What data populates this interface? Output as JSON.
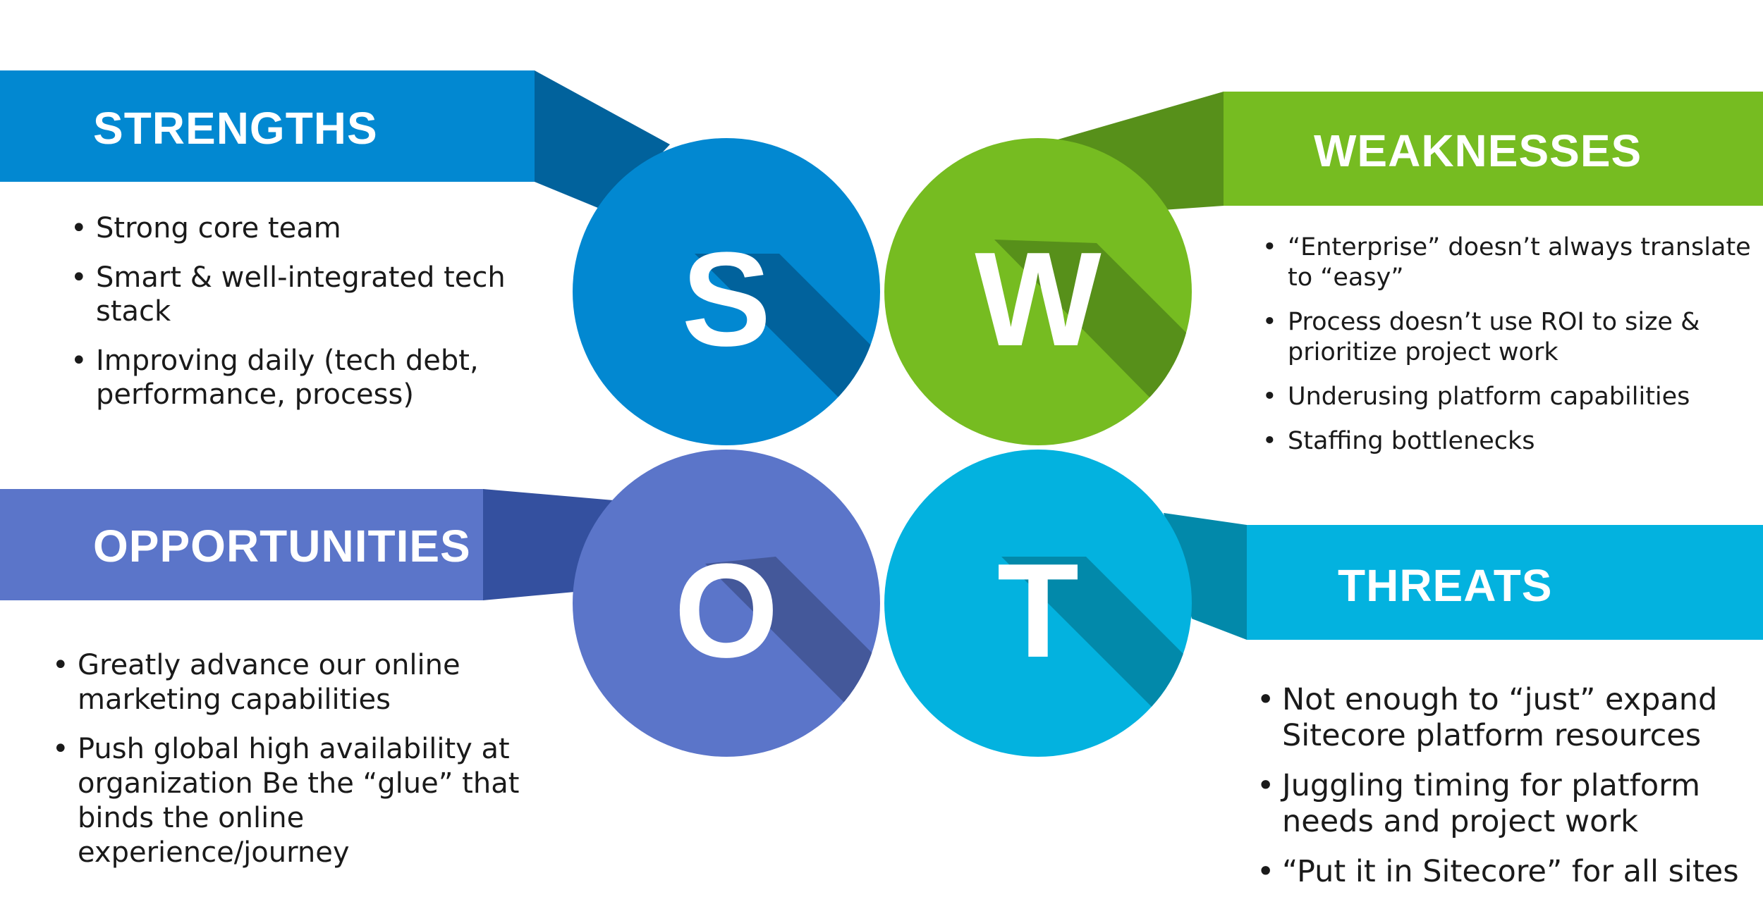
{
  "colors": {
    "strengths": "#0288D1",
    "strengths_dark": "#01629C",
    "weaknesses": "#76BC21",
    "weaknesses_dark": "#57901A",
    "opportunities": "#5B75C9",
    "opportunities_dark": "#34509F",
    "threats": "#03B2DF",
    "threats_dark": "#0289AA"
  },
  "quadrants": {
    "strengths": {
      "title": "STRENGTHS",
      "letter": "S",
      "items": [
        "Strong core team",
        "Smart & well-integrated tech stack",
        "Improving daily (tech debt, performance, process)"
      ]
    },
    "weaknesses": {
      "title": "WEAKNESSES",
      "letter": "W",
      "items": [
        "“Enterprise” doesn’t always translate to “easy”",
        "Process doesn’t use ROI to size & prioritize project work",
        "Underusing platform capabilities",
        "Staffing bottlenecks"
      ]
    },
    "opportunities": {
      "title": "OPPORTUNITIES",
      "letter": "O",
      "items": [
        "Greatly advance our online marketing capabilities",
        "Push global high availability at organization Be the “glue” that binds the online experience/journey"
      ]
    },
    "threats": {
      "title": "THREATS",
      "letter": "T",
      "items": [
        "Not enough to “just” expand Sitecore platform resources",
        "Juggling timing for platform needs and project work",
        "“Put it in Sitecore” for all sites"
      ]
    }
  }
}
